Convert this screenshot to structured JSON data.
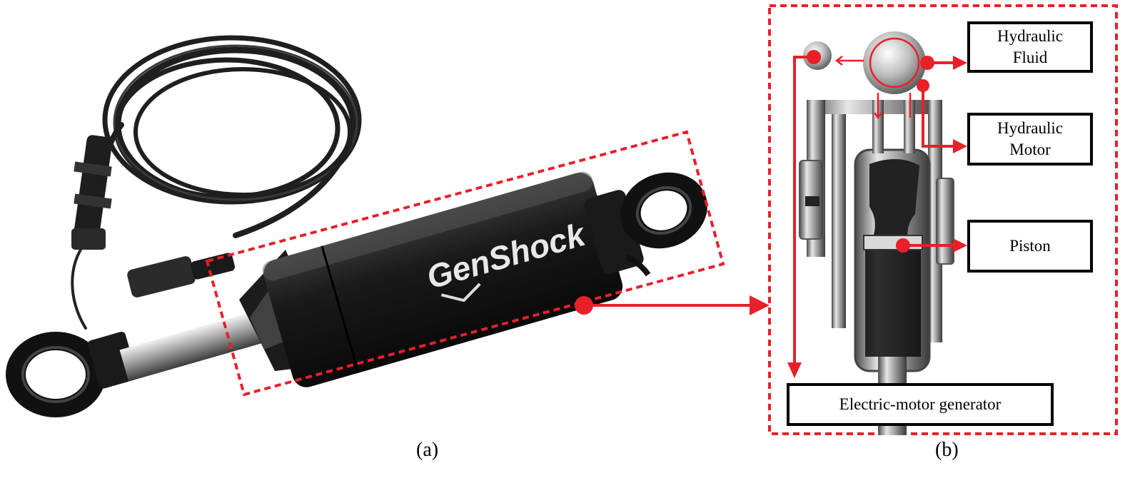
{
  "panel_a": {
    "caption": "(a)",
    "product_logo": "GenShock"
  },
  "panel_b": {
    "caption": "(b)",
    "labels": {
      "hydraulic_fluid": "Hydraulic\nFluid",
      "hydraulic_motor": "Hydraulic\nMotor",
      "piston": "Piston",
      "generator": "Electric-motor generator"
    }
  },
  "colors": {
    "highlight": "#e8202a",
    "device_body": "#1b1b1b",
    "label_border": "#000000"
  }
}
